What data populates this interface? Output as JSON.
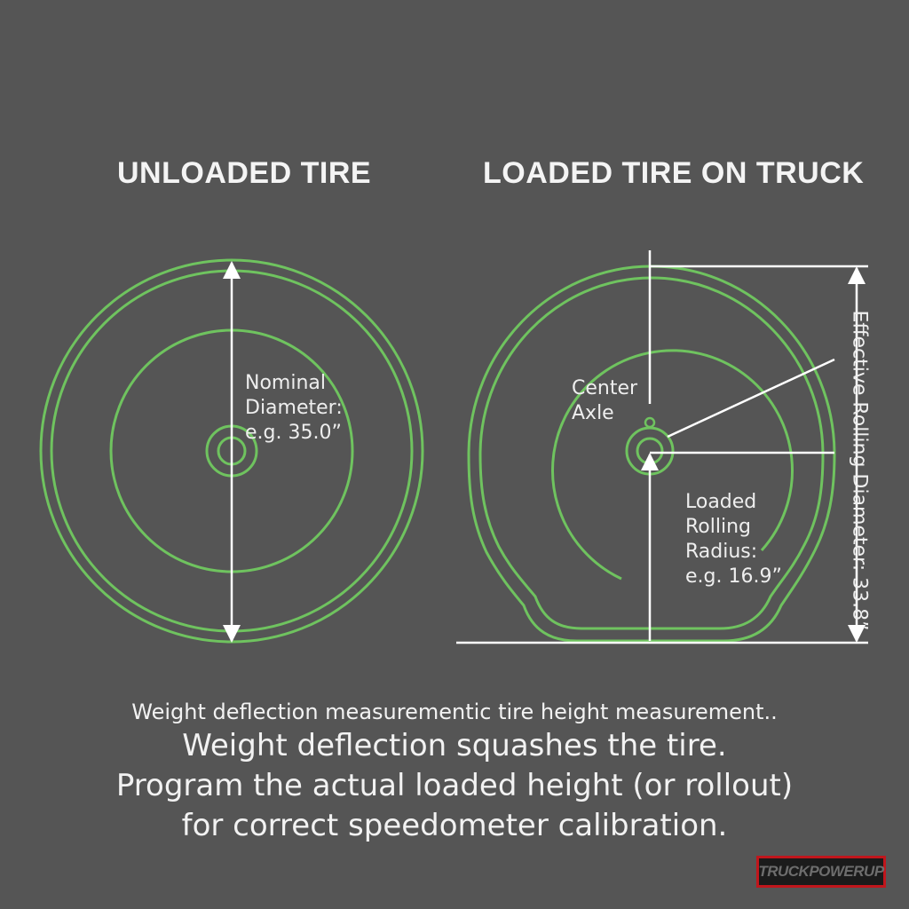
{
  "headings": {
    "unloaded": "UNLOADED TIRE",
    "loaded": "LOADED TIRE ON TRUCK"
  },
  "labels": {
    "nominal": [
      "Nominal",
      "Diameter:",
      "e.g. 35.0”"
    ],
    "center_axle": [
      "Center",
      "Axle"
    ],
    "loaded_radius": [
      "Loaded",
      "Rolling",
      "Radius:",
      "e.g. 16.9”"
    ],
    "effective_diameter": "Effective Rolling Diameter: 33.8”"
  },
  "captions": {
    "small": "Weight deflection measurementic tire height measurement..",
    "line1": "Weight deflection squashes the tire.",
    "line2": "Program the actual loaded height (or rollout)",
    "line3": "for correct speedometer calibration."
  },
  "logo": "TRUCKPOWERUP",
  "colors": {
    "background": "#555555",
    "tire_outline": "#6fc35f",
    "dimension_line": "#ffffff",
    "text": "#f2f2f2",
    "logo_border": "#c0161c"
  },
  "icons": {
    "arrowhead": "triangle-arrow-icon"
  }
}
